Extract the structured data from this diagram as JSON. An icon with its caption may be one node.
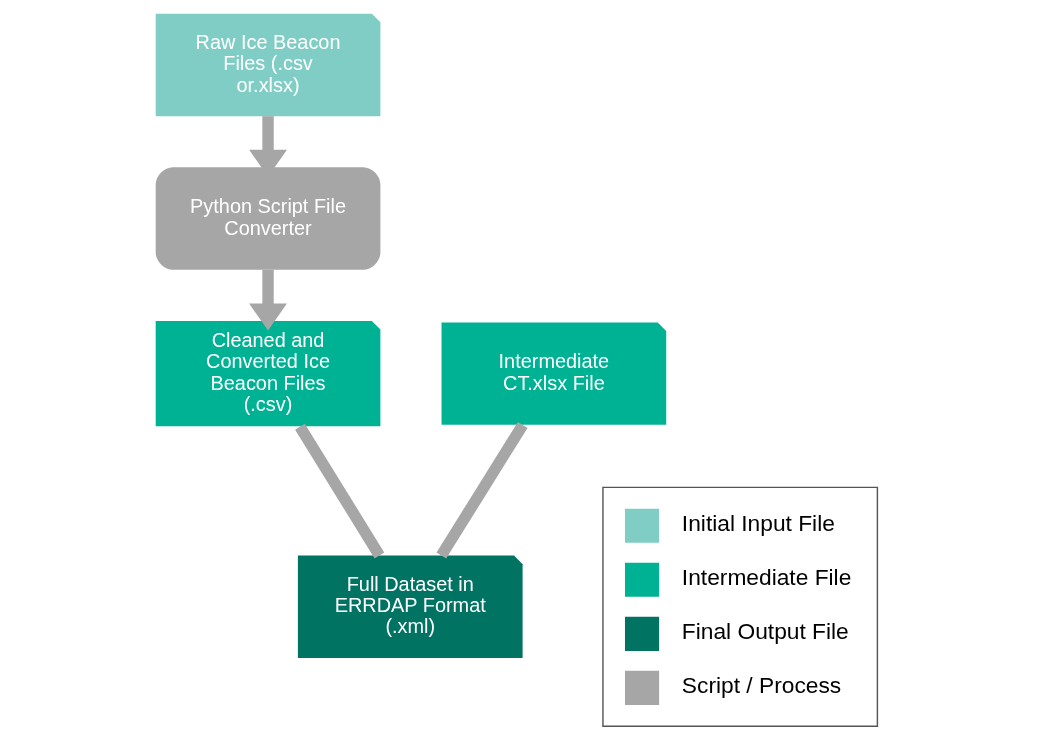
{
  "diagram": {
    "nodes": [
      {
        "text": [
          "Raw Ice Beacon Files (.csv or.xlsx)"
        ]
      },
      {
        "text": [
          "Python Script File Converter"
        ]
      },
      {
        "text": [
          "Intermediate CT.xlsx File"
        ]
      },
      {
        "text": [
          "Cleaned and Converted Ice Beacon Files (.csv)"
        ]
      },
      {
        "text": [
          "Full Dataset in ERRDAP Format (.xml)"
        ]
      }
    ],
    "edges": [
      {
        "from": 0,
        "to": 1,
        "arrow": "to"
      },
      {
        "from": 1,
        "to": 3,
        "arrow": "to"
      },
      {
        "from": 2,
        "to": 4,
        "arrow": "none"
      },
      {
        "from": 3,
        "to": 4,
        "arrow": "none"
      }
    ],
    "legend": [
      {
        "text": "Initial Input File",
        "color": "#7fcdc5"
      },
      {
        "text": "Intermediate File",
        "color": "#00b294"
      },
      {
        "text": "Final Output File",
        "color": "#007363"
      },
      {
        "text": "Script / Process",
        "color": "#a6a6a6"
      }
    ]
  }
}
